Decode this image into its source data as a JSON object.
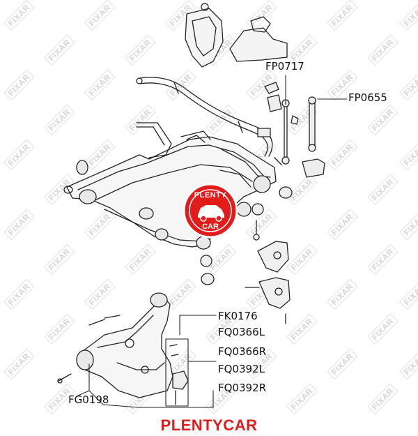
{
  "watermark": {
    "text": "FIXAR",
    "color": "#d6d6d6"
  },
  "parts": {
    "fp0717": "FP0717",
    "fp0655": "FP0655",
    "fk0176": "FK0176",
    "fq0366l": "FQ0366L",
    "fq0366r": "FQ0366R",
    "fq0392l": "FQ0392L",
    "fq0392r": "FQ0392R",
    "fg0198": "FG0198"
  },
  "badge": {
    "top_text": "PLENTY",
    "bottom_text": "CAR",
    "color": "#e21b1b"
  },
  "footer": {
    "brand": "PLENTYCAR",
    "color": "#e21b1b"
  }
}
